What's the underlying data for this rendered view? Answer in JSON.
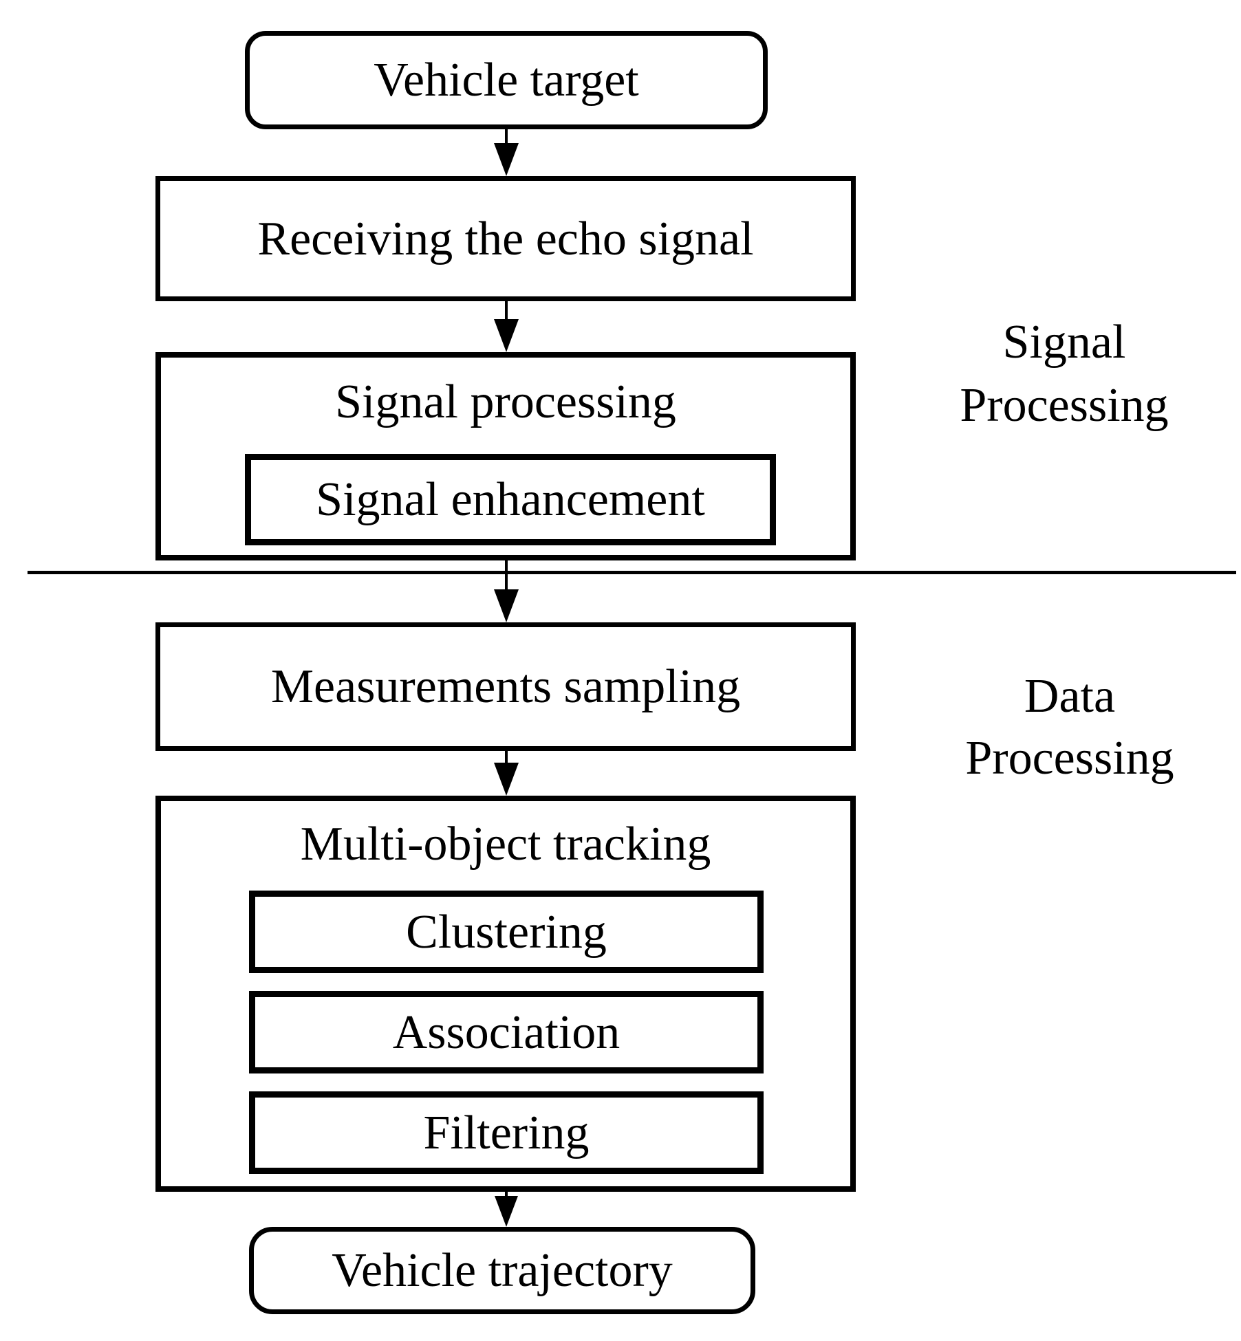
{
  "colors": {
    "ink": "#000000",
    "background": "#ffffff"
  },
  "nodes": {
    "vehicle_target": {
      "label": "Vehicle target"
    },
    "receiving_echo_signal": {
      "label": "Receiving the echo signal"
    },
    "signal_processing": {
      "label": "Signal processing"
    },
    "signal_enhancement": {
      "label": "Signal enhancement"
    },
    "measurements_sampling": {
      "label": "Measurements sampling"
    },
    "multi_object_tracking": {
      "label": "Multi-object tracking"
    },
    "clustering": {
      "label": "Clustering"
    },
    "association": {
      "label": "Association"
    },
    "filtering": {
      "label": "Filtering"
    },
    "vehicle_trajectory": {
      "label": "Vehicle trajectory"
    }
  },
  "sections": {
    "signal": {
      "line1": "Signal",
      "line2": "Processing"
    },
    "data": {
      "line1": "Data",
      "line2": "Processing"
    }
  },
  "edges": [
    {
      "from": "vehicle_target",
      "to": "receiving_echo_signal"
    },
    {
      "from": "receiving_echo_signal",
      "to": "signal_processing"
    },
    {
      "from": "signal_processing",
      "to": "measurements_sampling"
    },
    {
      "from": "measurements_sampling",
      "to": "multi_object_tracking"
    },
    {
      "from": "multi_object_tracking",
      "to": "vehicle_trajectory"
    }
  ]
}
